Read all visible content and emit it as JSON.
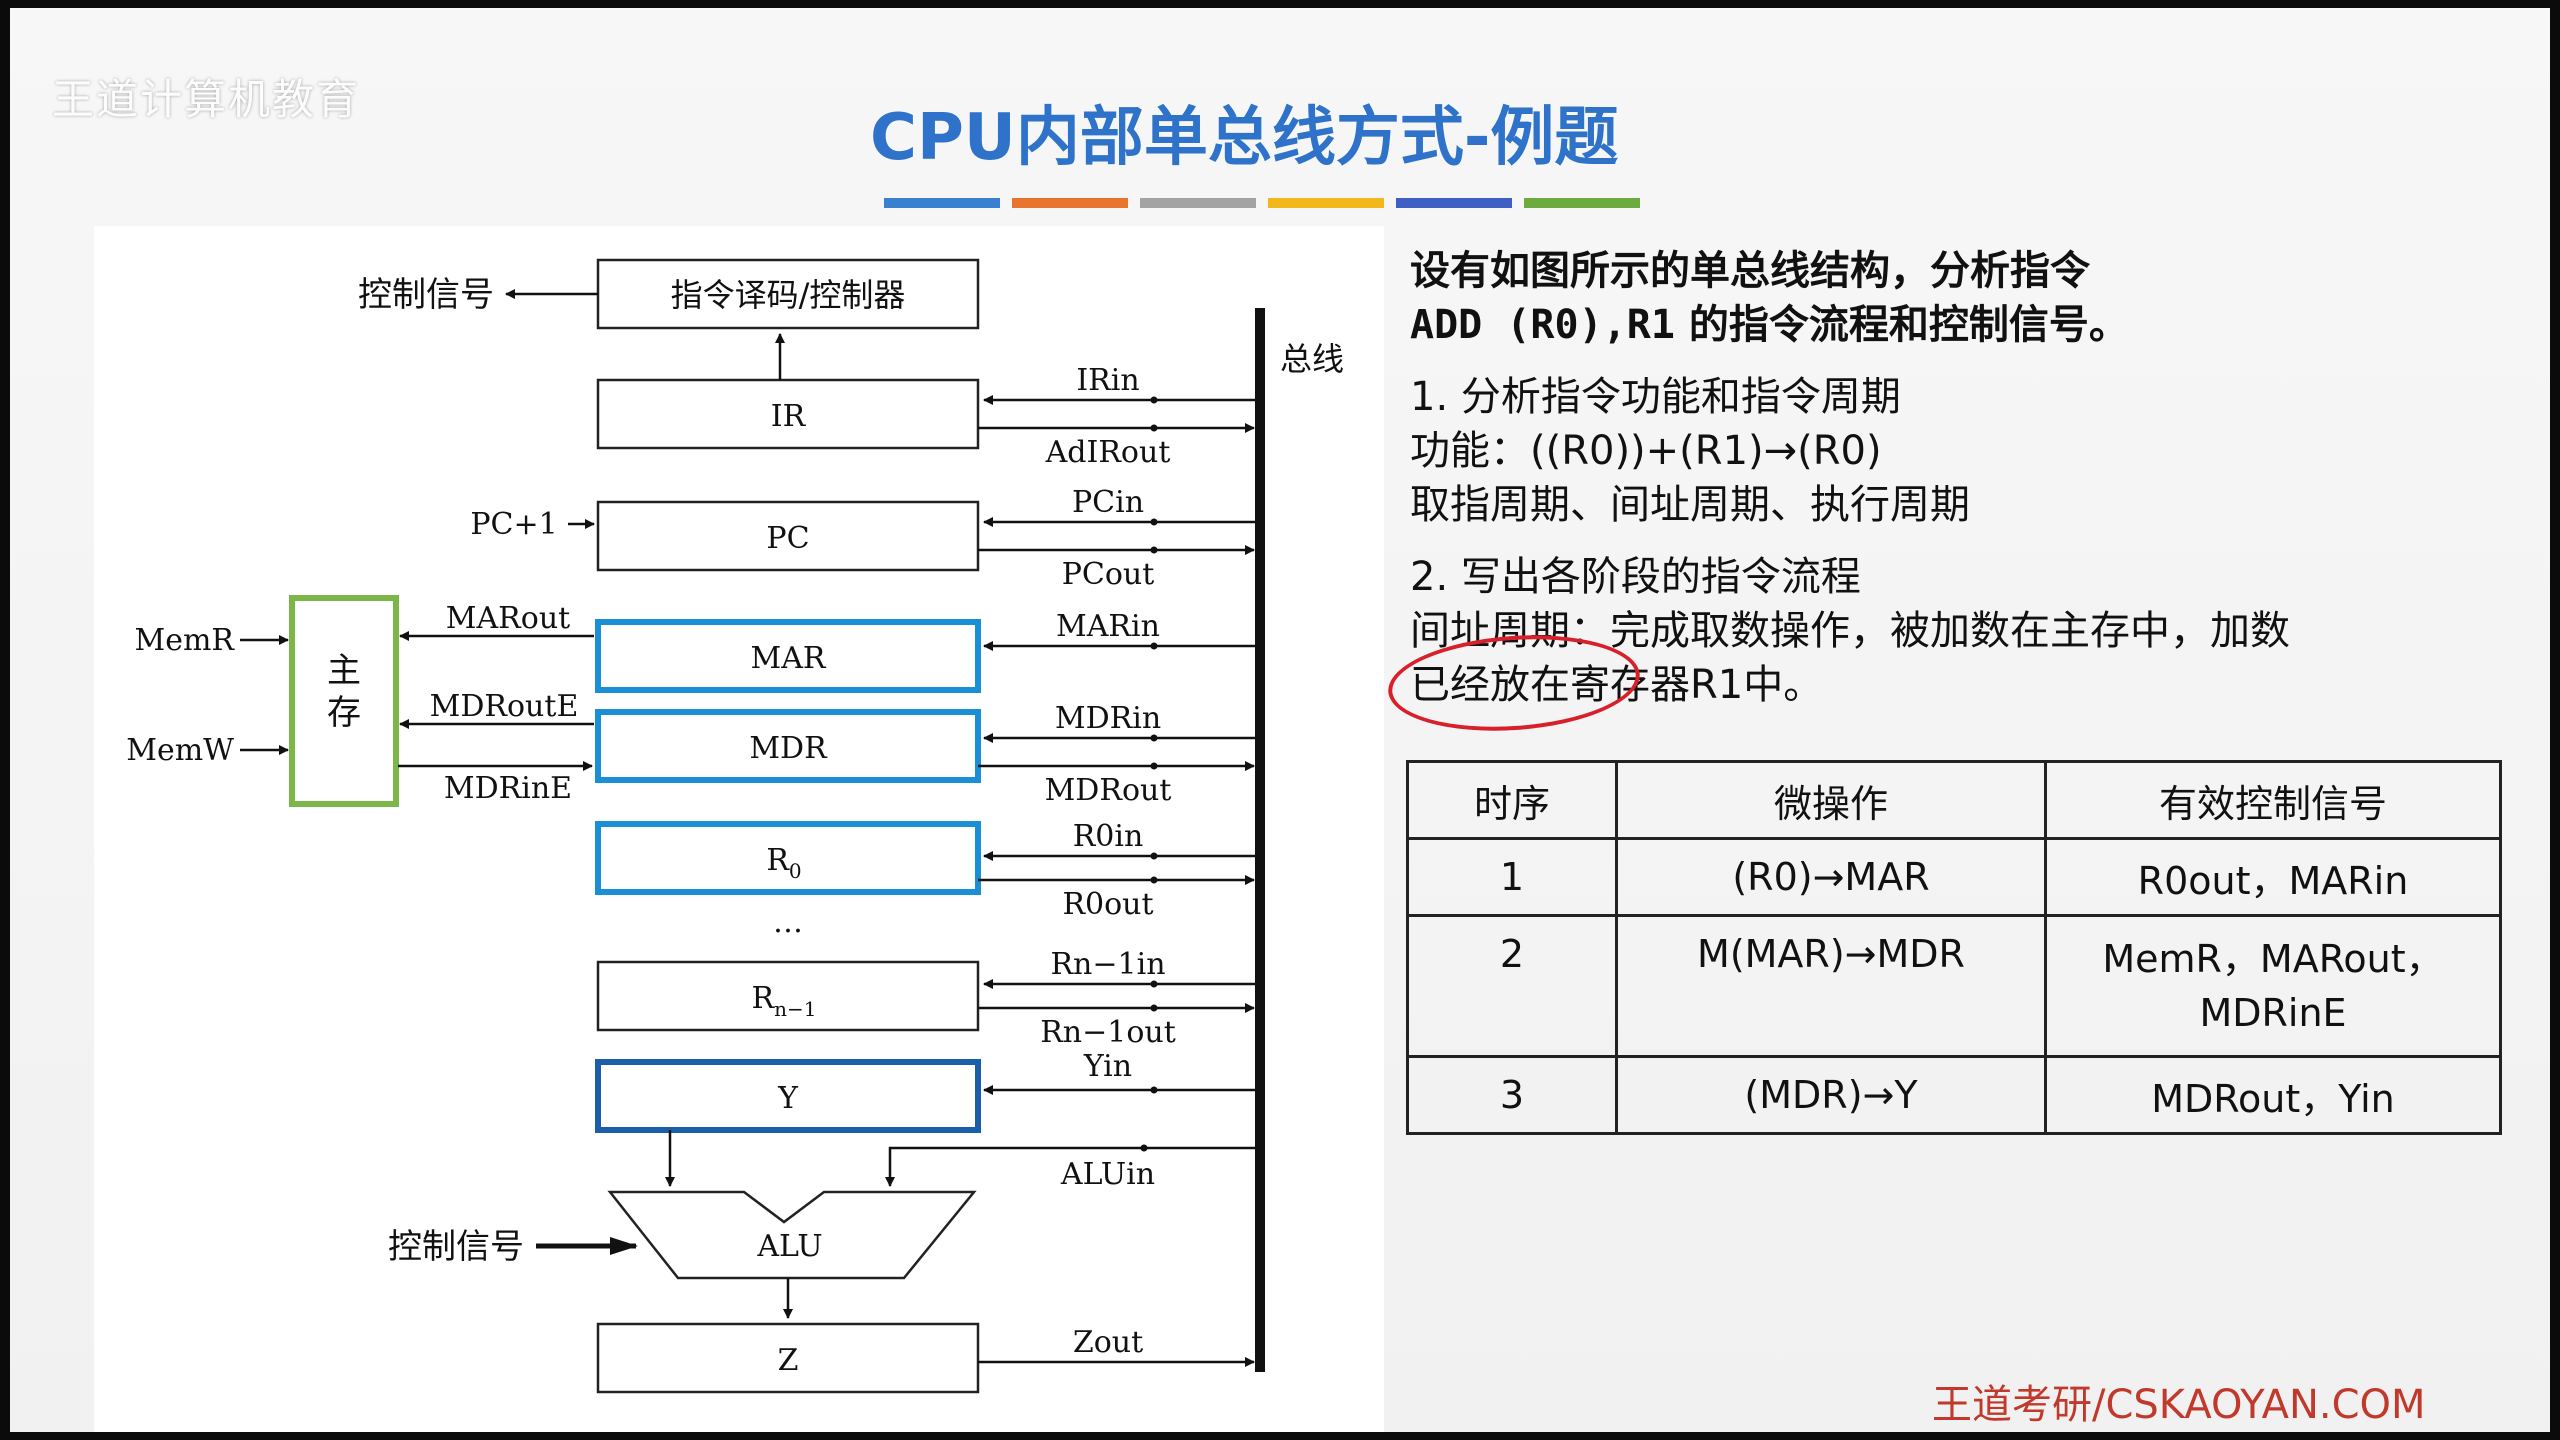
{
  "watermark": "王道计算机教育",
  "title": "CPU内部单总线方式-例题",
  "colors": {
    "title": "#2e73c9",
    "bars": [
      "#3a80d0",
      "#e8742e",
      "#a3a3a3",
      "#f2b81b",
      "#3e5fc4",
      "#6cab3f"
    ],
    "highlight_box": "#1a8fd6",
    "memory_box": "#7ab648",
    "annotation": "#d8202a",
    "footer": "#c0392b"
  },
  "diagram": {
    "bus_label": "总线",
    "control_signal_top": "控制信号",
    "control_signal_bottom": "控制信号",
    "decoder": "指令译码/控制器",
    "ir": "IR",
    "pc": "PC",
    "mar": "MAR",
    "mdr": "MDR",
    "r0": "R",
    "r0_sub": "0",
    "rn1": "R",
    "rn1_sub": "n−1",
    "y": "Y",
    "alu": "ALU",
    "z": "Z",
    "memory_line1": "主",
    "memory_line2": "存",
    "dots": "…",
    "signals": {
      "irin": "IRin",
      "adirout": "AdIRout",
      "pc_plus": "PC+1",
      "pcin": "PCin",
      "pcout": "PCout",
      "marout": "MARout",
      "marin": "MARin",
      "mdroute": "MDRoutE",
      "mdrin": "MDRin",
      "mdrine": "MDRinE",
      "mdrout": "MDRout",
      "memr": "MemR",
      "memw": "MemW",
      "r0in": "R0in",
      "r0out": "R0out",
      "rn1in": "Rn−1in",
      "rn1out": "Rn−1out",
      "yin": "Yin",
      "aluin": "ALUin",
      "zout": "Zout"
    }
  },
  "question": {
    "line1": "设有如图所示的单总线结构，分析指令",
    "line2_code": "ADD (R0),R1",
    "line2_rest": "的指令流程和控制信号。"
  },
  "step1": {
    "heading": "1.  分析指令功能和指令周期",
    "function_label": "功能：",
    "function_value": "((R0))+(R1)→(R0)",
    "cycles": "取指周期、间址周期、执行周期"
  },
  "step2": {
    "heading": "2.  写出各阶段的指令流程",
    "desc_label": "间址周期：",
    "desc_line1": "完成取数操作，被加数在主存中，加数",
    "desc_line2": "已经放在寄存器R1中。"
  },
  "table": {
    "headers": [
      "时序",
      "微操作",
      "有效控制信号"
    ],
    "rows": [
      {
        "seq": "1",
        "op": "(R0)→MAR",
        "sig1": "R0out，MARin",
        "sig2": ""
      },
      {
        "seq": "2",
        "op": "M(MAR)→MDR",
        "sig1": "MemR，MARout，",
        "sig2": "MDRinE"
      },
      {
        "seq": "3",
        "op": "(MDR)→Y",
        "sig1": "MDRout，Yin",
        "sig2": ""
      }
    ]
  },
  "footer": "王道考研/CSKAOYAN.COM"
}
